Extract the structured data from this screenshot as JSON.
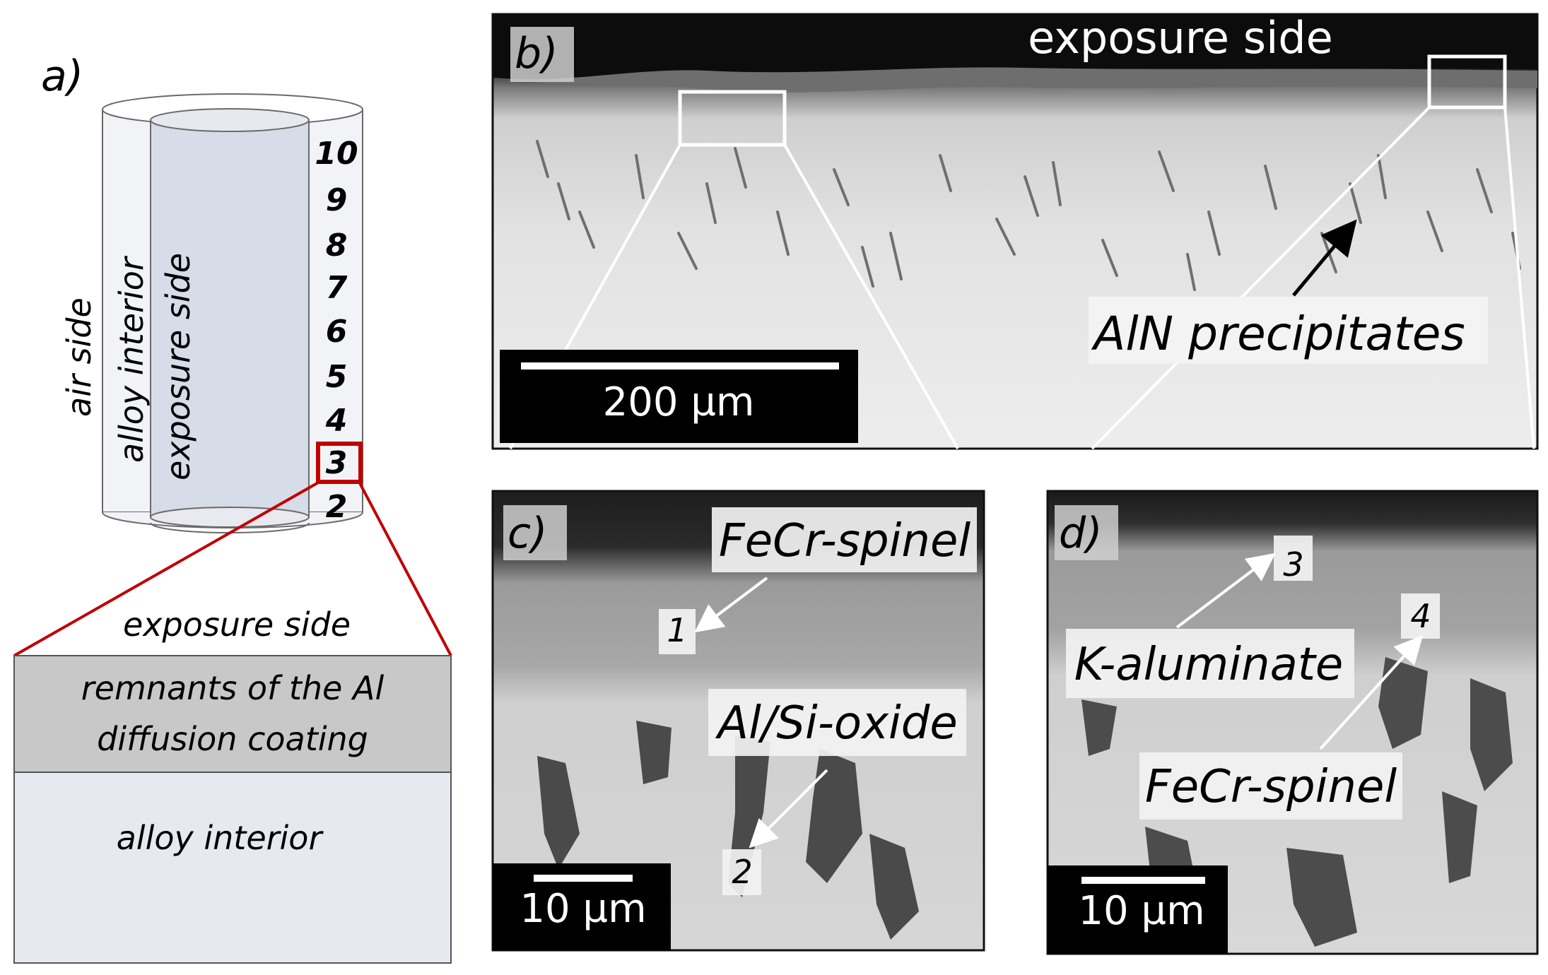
{
  "panel_a": {
    "tag": "a)",
    "air_side": "air side",
    "alloy_interior": "alloy interior",
    "exposure_side": "exposure side",
    "numbers": [
      "10",
      "9",
      "8",
      "7",
      "6",
      "5",
      "4",
      "3",
      "2"
    ],
    "highlighted": "3",
    "inset_exposure": "exposure side",
    "coating_line1": "remnants of the Al",
    "coating_line2": "diffusion coating",
    "inset_interior": "alloy interior"
  },
  "panel_b": {
    "tag": "b)",
    "exposure_side": "exposure side",
    "precipitates": "AlN precipitates",
    "scale_bar": "200 µm"
  },
  "panel_c": {
    "tag": "c)",
    "spinel": "FeCr-spinel",
    "oxide": "Al/Si-oxide",
    "point1": "1",
    "point2": "2",
    "scale_bar": "10 µm"
  },
  "panel_d": {
    "tag": "d)",
    "aluminate": "K-aluminate",
    "spinel": "FeCr-spinel",
    "point3": "3",
    "point4": "4",
    "scale_bar": "10 µm"
  },
  "colors": {
    "highlight": "#c00000",
    "inner_tube": "#d6dce8",
    "coating": "#c8c8c8",
    "interior": "#e6e9f0"
  }
}
